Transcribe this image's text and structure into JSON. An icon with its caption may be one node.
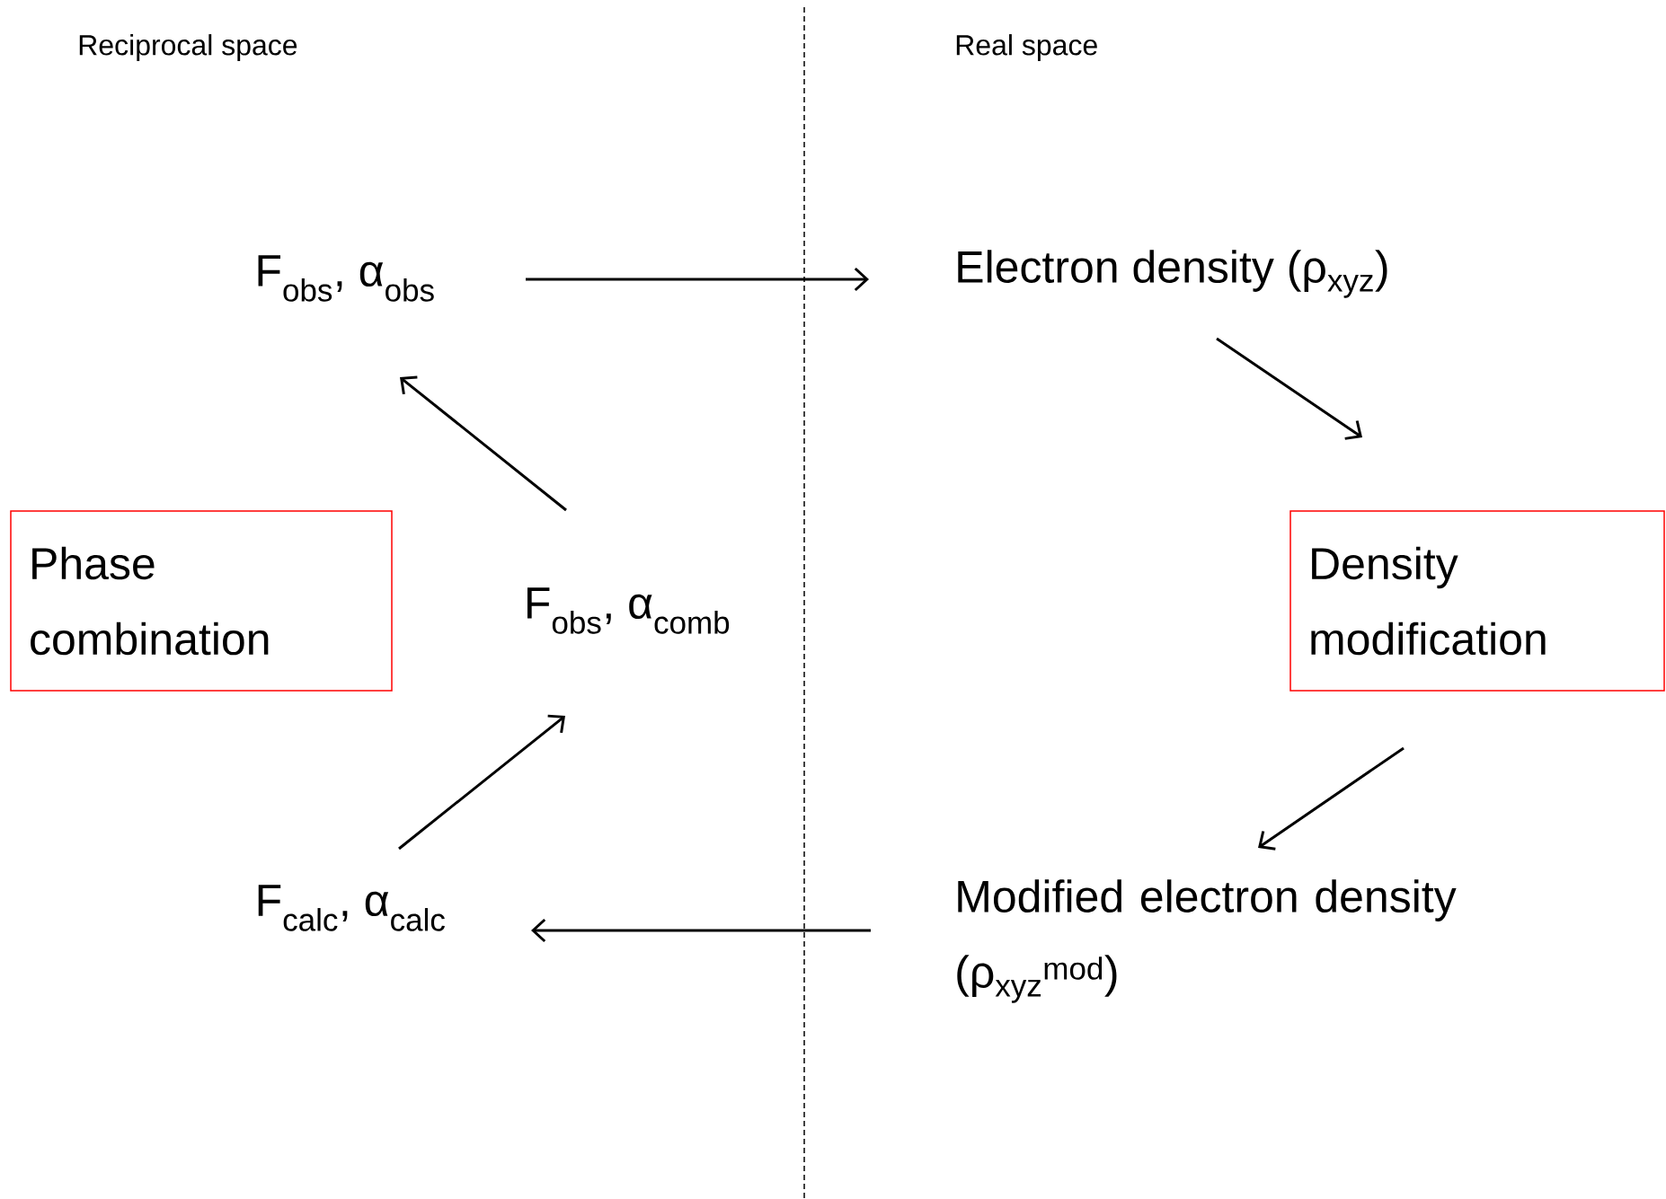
{
  "diagram": {
    "nodes": [
      {
        "text": [
          "F$_{obs}$, α$_{obs}$"
        ]
      },
      {
        "text": [
          "Electron density (ρ$_{xyz}$)"
        ]
      },
      {
        "text": [
          "Phase combination"
        ]
      },
      {
        "text": [
          "F$_{obs}$, α$_{comb}$"
        ]
      },
      {
        "text": [
          "Density modification"
        ]
      },
      {
        "text": [
          "F$_{calc}$, α$_{calc}$"
        ]
      },
      {
        "text": [
          "Modified electron density (ρ$_{xyz}$$^{mod}$)"
        ]
      }
    ],
    "edges": [
      {
        "from": 0,
        "to": 1,
        "arrow": "to"
      },
      {
        "from": 1,
        "to": 4,
        "arrow": "to"
      },
      {
        "from": 4,
        "to": 6,
        "arrow": "to"
      },
      {
        "from": 6,
        "to": 5,
        "arrow": "to"
      },
      {
        "from": 5,
        "to": 3,
        "arrow": "to"
      },
      {
        "from": 3,
        "to": 0,
        "arrow": "to"
      }
    ],
    "labels": [
      "Reciprocal space",
      "Real space"
    ]
  }
}
